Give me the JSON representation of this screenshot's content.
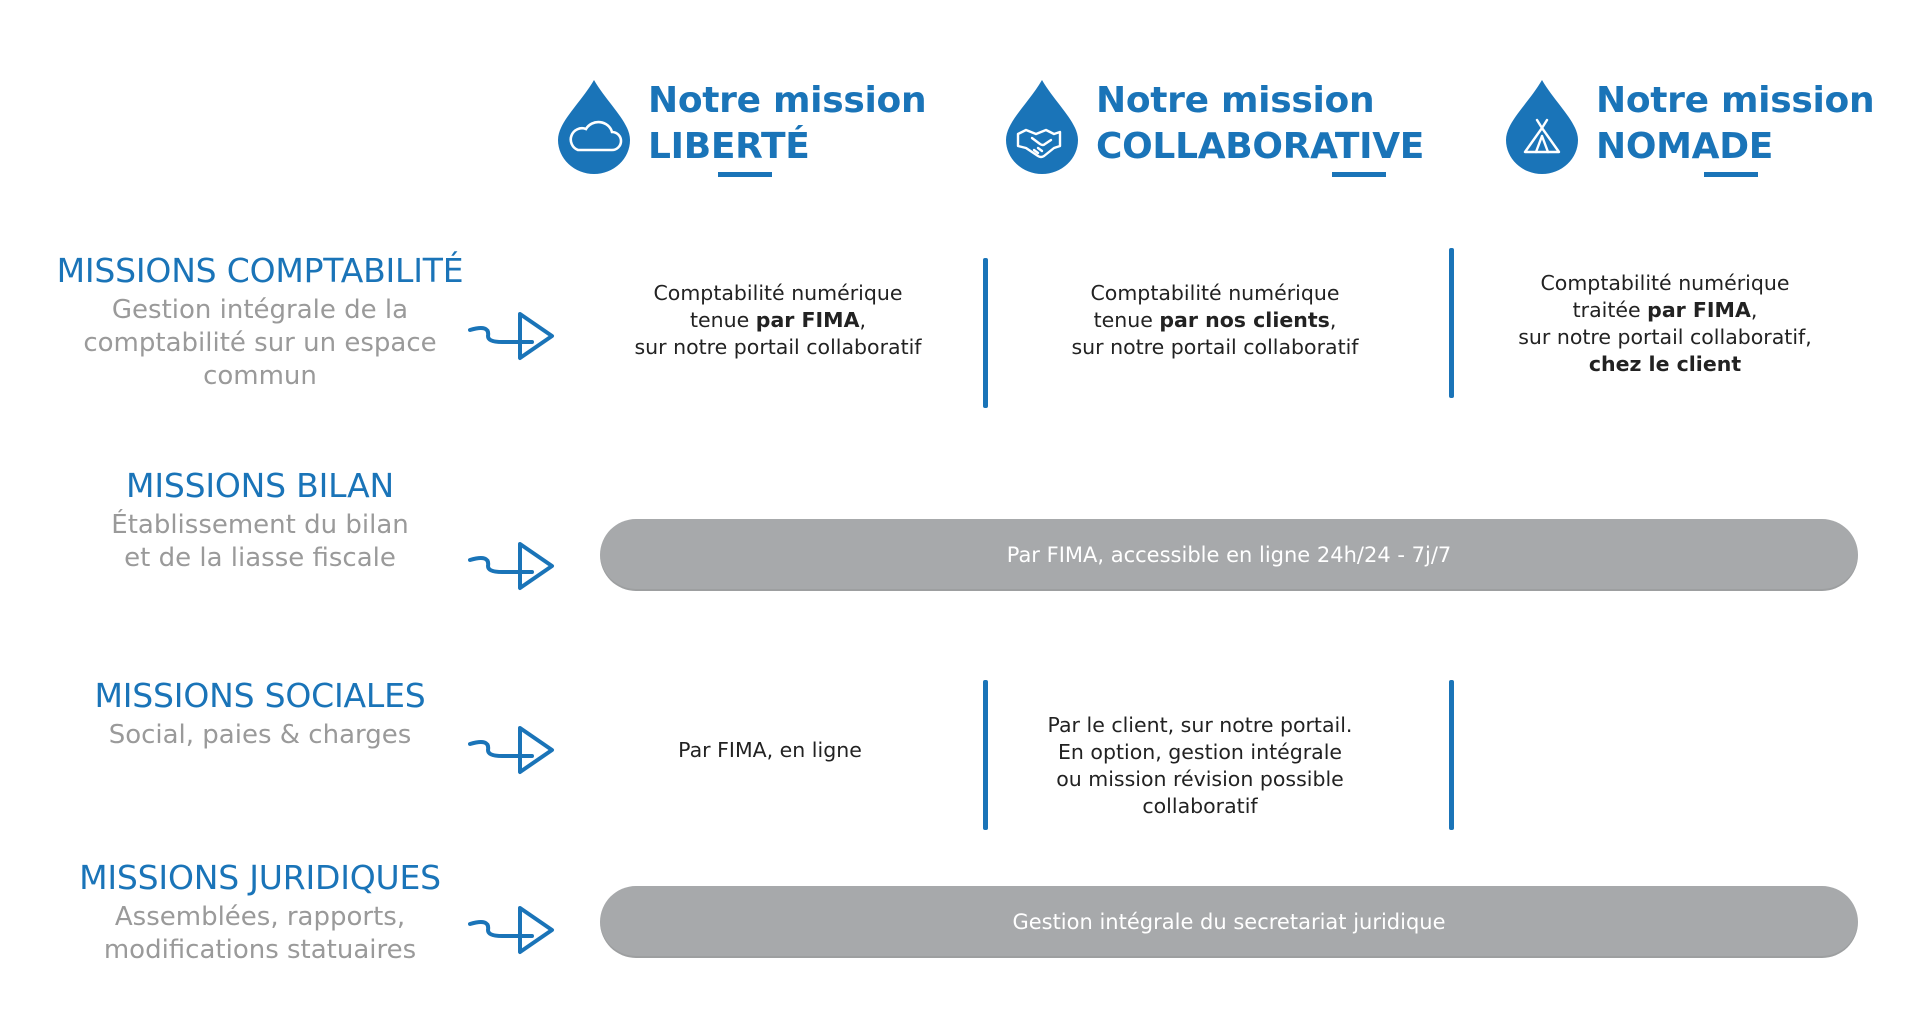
{
  "columns": [
    {
      "line1": "Notre mission",
      "line2": "LIBERTÉ",
      "icon": "cloud-icon"
    },
    {
      "line1": "Notre mission",
      "line2": "COLLABORATIVE",
      "icon": "handshake-icon"
    },
    {
      "line1": "Notre mission",
      "line2": "NOMADE",
      "icon": "tent-icon"
    }
  ],
  "rows": {
    "comptabilite": {
      "title": "MISSIONS COMPTABILITÉ",
      "subtitle": [
        "Gestion intégrale de la",
        "comptabilité sur un espace",
        "commun"
      ],
      "cells": [
        {
          "a": "Comptabilité numérique",
          "b_pre": "tenue ",
          "b_bold": "par FIMA",
          "b_post": ",",
          "c": "sur notre portail collaboratif"
        },
        {
          "a": "Comptabilité numérique",
          "b_pre": "tenue ",
          "b_bold": "par nos clients",
          "b_post": ",",
          "c": "sur notre portail collaboratif"
        },
        {
          "a": "Comptabilité numérique",
          "b_pre": "traitée ",
          "b_bold": "par FIMA",
          "b_post": ",",
          "c": "sur notre portail collaboratif,",
          "d_bold": "chez le client"
        }
      ]
    },
    "bilan": {
      "title": "MISSIONS BILAN",
      "subtitle": [
        "Établissement du bilan",
        "et de la liasse fiscale"
      ],
      "bar": "Par FIMA, accessible en ligne 24h/24 - 7j/7"
    },
    "sociales": {
      "title": "MISSIONS SOCIALES",
      "subtitle": [
        "Social, paies & charges"
      ],
      "cells": [
        {
          "lines": [
            "Par FIMA, en ligne"
          ]
        },
        {
          "lines": [
            "Par le client, sur notre portail.",
            "En option, gestion intégrale",
            "ou mission révision possible",
            "collaboratif"
          ]
        },
        {
          "lines": []
        }
      ]
    },
    "juridiques": {
      "title": "MISSIONS JURIDIQUES",
      "subtitle": [
        "Assemblées, rapports,",
        "modifications statuaires"
      ],
      "bar": "Gestion intégrale du secretariat juridique"
    }
  },
  "colors": {
    "accent": "#1a74b8",
    "subtitle": "#9a9a9a",
    "bar": "#a7a9ab"
  }
}
